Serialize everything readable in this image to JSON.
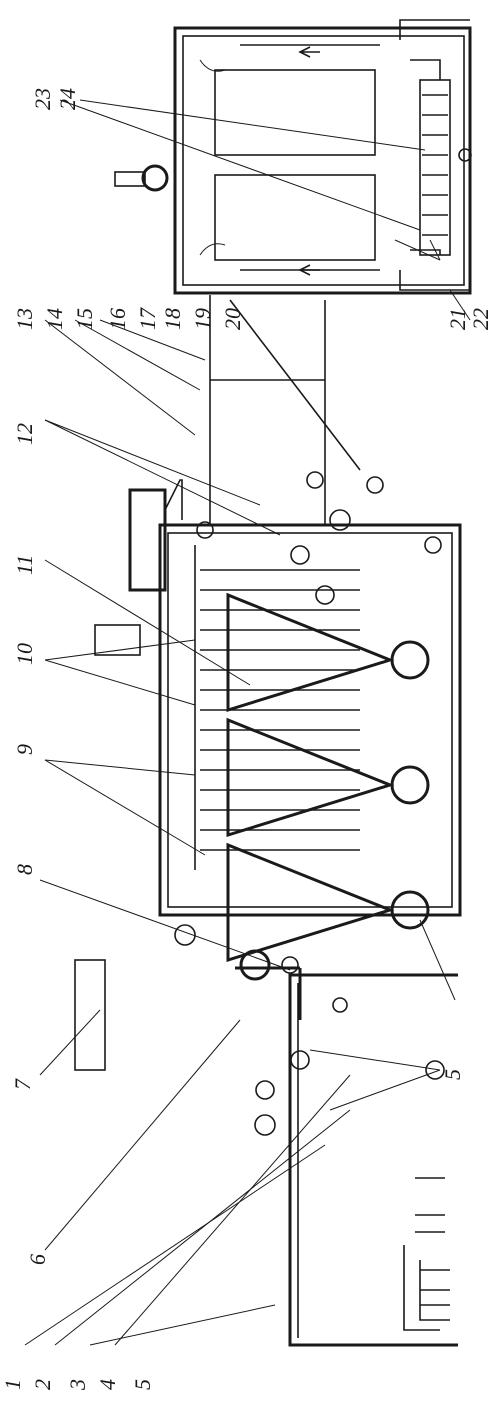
{
  "diagram": {
    "labels": [
      "1",
      "2",
      "3",
      "4",
      "5",
      "5",
      "6",
      "7",
      "8",
      "9",
      "10",
      "11",
      "12",
      "13",
      "14",
      "15",
      "16",
      "17",
      "18",
      "19",
      "20",
      "21",
      "22",
      "23",
      "24"
    ]
  }
}
